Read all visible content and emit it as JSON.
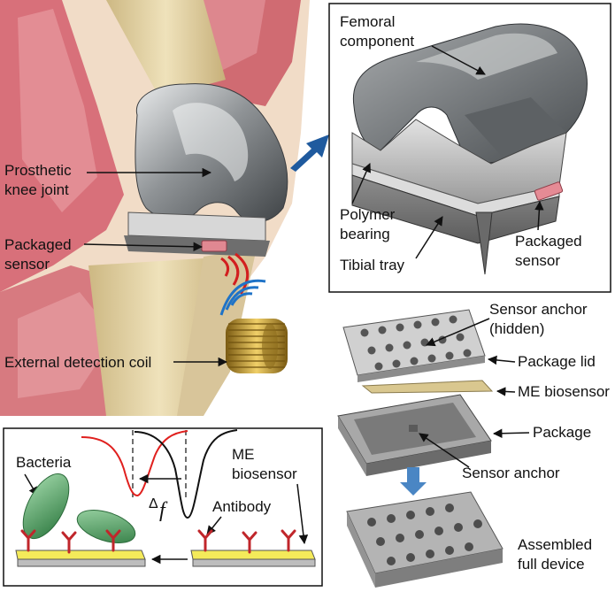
{
  "labels": {
    "prosthetic_line1": "Prosthetic",
    "prosthetic_line2": "knee joint",
    "packaged_line1": "Packaged",
    "packaged_line2": "sensor",
    "external_coil": "External detection coil",
    "femoral_line1": "Femoral",
    "femoral_line2": "component",
    "polymer_line1": "Polymer",
    "polymer_line2": "bearing",
    "tibial_tray": "Tibial tray",
    "packaged2_line1": "Packaged",
    "packaged2_line2": "sensor",
    "sensor_anchor_hidden_line1": "Sensor anchor",
    "sensor_anchor_hidden_line2": "(hidden)",
    "package_lid": "Package lid",
    "me_biosensor": "ME biosensor",
    "package": "Package",
    "sensor_anchor": "Sensor anchor",
    "assembled_line1": "Assembled",
    "assembled_line2": "full device",
    "bacteria": "Bacteria",
    "antibody": "Antibody",
    "me_bio_line1": "ME",
    "me_bio_line2": "biosensor",
    "delta": "Δ",
    "f": "f"
  },
  "colors": {
    "muscle": "#d9737a",
    "bone": "#e4d3a6",
    "metal": "#8a8d90",
    "polymer": "#c9c9c9",
    "arrow_blue": "#1f5a9e",
    "signal_red": "#d21f1f",
    "signal_blue": "#1f73c7",
    "coil": "#c9a23a",
    "bacteria": "#4c9a5d",
    "antibody": "#c0262b",
    "sensor_yellow": "#f4ea5a",
    "curve_red": "#e0201e",
    "curve_black": "#111111"
  },
  "icons": [
    "knee-illustration",
    "coil-icon",
    "signal-wave-icon",
    "bacteria-icon",
    "antibody-icon"
  ]
}
